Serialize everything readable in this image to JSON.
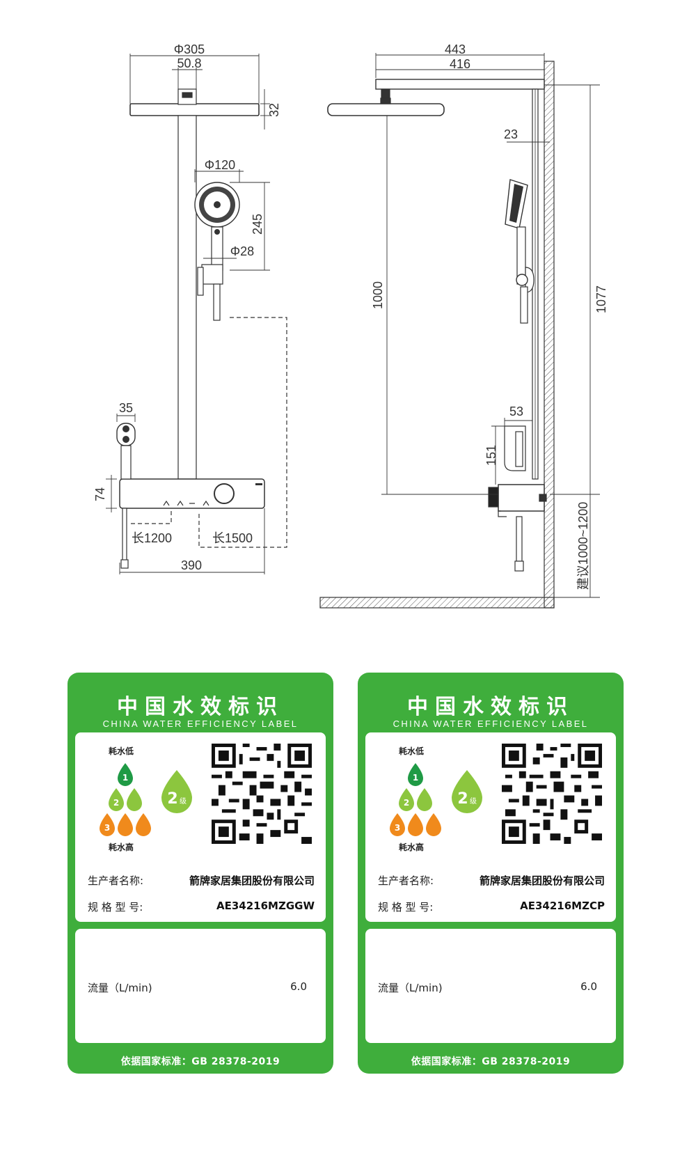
{
  "front_view": {
    "dims": {
      "head_diameter": "Φ305",
      "arm_width": "50.8",
      "head_thickness": "32",
      "hand_diameter": "Φ120",
      "hand_height": "245",
      "handle_diameter": "Φ28",
      "spout_width": "35",
      "box_height": "74",
      "hose_left": "长1200",
      "hose_right": "长1500",
      "total_width": "390"
    }
  },
  "side_view": {
    "dims": {
      "arm_reach": "443",
      "arm_inner": "416",
      "pipe_gap": "23",
      "head_to_box": "1000",
      "top_to_box": "1077",
      "holder_depth": "53",
      "holder_height": "151",
      "install_height": "建议1000~1200"
    }
  },
  "labels": [
    {
      "title": "中国水效标识",
      "subtitle": "CHINA WATER EFFICIENCY LABEL",
      "rate_low": "耗水低",
      "rate_high": "耗水高",
      "grade": "2",
      "grade_suffix": "级",
      "levels": [
        "1",
        "2",
        "3"
      ],
      "manufacturer_label": "生产者名称:",
      "manufacturer": "箭牌家居集团股份有限公司",
      "model_label": "规 格 型 号:",
      "model": "AE34216MZGGW",
      "flow_label": "流量（L/min)",
      "flow_value": "6.0",
      "standard": "依据国家标准：GB 28378-2019"
    },
    {
      "title": "中国水效标识",
      "subtitle": "CHINA WATER EFFICIENCY LABEL",
      "rate_low": "耗水低",
      "rate_high": "耗水高",
      "grade": "2",
      "grade_suffix": "级",
      "levels": [
        "1",
        "2",
        "3"
      ],
      "manufacturer_label": "生产者名称:",
      "manufacturer": "箭牌家居集团股份有限公司",
      "model_label": "规 格 型 号:",
      "model": "AE34216MZCP",
      "flow_label": "流量（L/min)",
      "flow_value": "6.0",
      "standard": "依据国家标准：GB 28378-2019"
    }
  ],
  "colors": {
    "label_green": "#3fae3c",
    "drop_dark_green": "#1f9a45",
    "drop_light_green": "#8cc63e",
    "drop_orange": "#f08a1c"
  }
}
